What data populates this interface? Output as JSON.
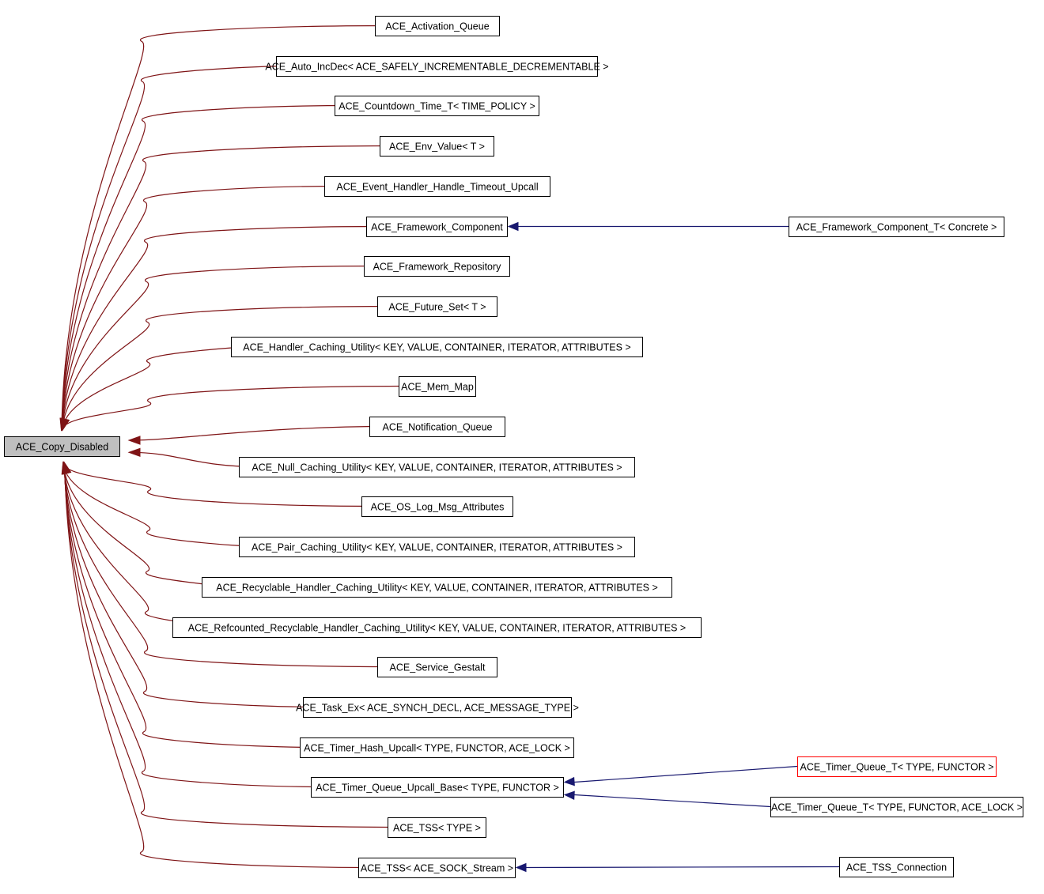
{
  "diagram": {
    "root": "ACE_Copy_Disabled",
    "colors": {
      "root_fill": "#bfbfbf",
      "inherit_edge": "#7f1416",
      "derived_edge": "#191970",
      "highlight_border": "#ff0000"
    },
    "children": [
      "ACE_Activation_Queue",
      "ACE_Auto_IncDec< ACE_SAFELY_INCREMENTABLE_DECREMENTABLE >",
      "ACE_Countdown_Time_T< TIME_POLICY >",
      "ACE_Env_Value< T >",
      "ACE_Event_Handler_Handle_Timeout_Upcall",
      "ACE_Framework_Component",
      "ACE_Framework_Repository",
      "ACE_Future_Set< T >",
      "ACE_Handler_Caching_Utility< KEY, VALUE, CONTAINER, ITERATOR, ATTRIBUTES >",
      "ACE_Mem_Map",
      "ACE_Notification_Queue",
      "ACE_Null_Caching_Utility< KEY, VALUE, CONTAINER, ITERATOR, ATTRIBUTES >",
      "ACE_OS_Log_Msg_Attributes",
      "ACE_Pair_Caching_Utility< KEY, VALUE, CONTAINER, ITERATOR, ATTRIBUTES >",
      "ACE_Recyclable_Handler_Caching_Utility< KEY, VALUE, CONTAINER, ITERATOR, ATTRIBUTES >",
      "ACE_Refcounted_Recyclable_Handler_Caching_Utility< KEY, VALUE, CONTAINER, ITERATOR, ATTRIBUTES >",
      "ACE_Service_Gestalt",
      "ACE_Task_Ex< ACE_SYNCH_DECL, ACE_MESSAGE_TYPE >",
      "ACE_Timer_Hash_Upcall< TYPE, FUNCTOR, ACE_LOCK >",
      "ACE_Timer_Queue_Upcall_Base< TYPE, FUNCTOR >",
      "ACE_TSS< TYPE >",
      "ACE_TSS< ACE_SOCK_Stream >"
    ],
    "grandchildren": [
      {
        "label": "ACE_Framework_Component_T< Concrete >",
        "parent": "ACE_Framework_Component",
        "highlight": false
      },
      {
        "label": "ACE_Timer_Queue_T< TYPE, FUNCTOR >",
        "parent": "ACE_Timer_Queue_Upcall_Base< TYPE, FUNCTOR >",
        "highlight": true
      },
      {
        "label": "ACE_Timer_Queue_T< TYPE, FUNCTOR, ACE_LOCK >",
        "parent": "ACE_Timer_Queue_Upcall_Base< TYPE, FUNCTOR >",
        "highlight": false
      },
      {
        "label": "ACE_TSS_Connection",
        "parent": "ACE_TSS< ACE_SOCK_Stream >",
        "highlight": false
      }
    ]
  }
}
